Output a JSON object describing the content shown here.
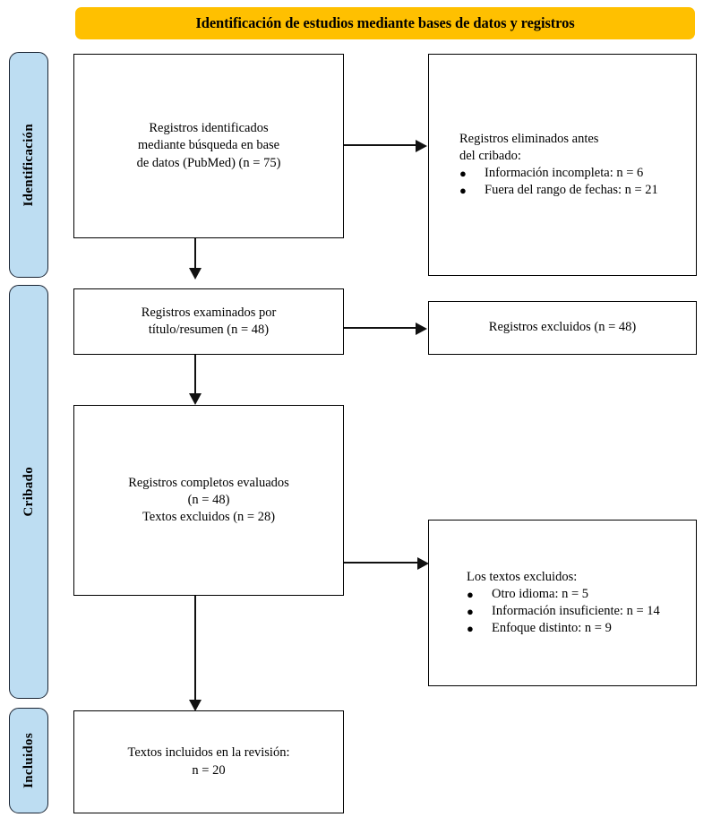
{
  "header": {
    "title": "Identificación de estudios mediante bases de datos y registros",
    "background_color": "#FFC000"
  },
  "stages": {
    "rail_color": "#BDDDF2",
    "items": [
      {
        "id": "identificacion",
        "label": "Identificación"
      },
      {
        "id": "cribado",
        "label": "Cribado"
      },
      {
        "id": "incluidos",
        "label": "Incluidos"
      }
    ]
  },
  "boxes": {
    "identified": {
      "lines": [
        "Registros identificados",
        "mediante búsqueda en base",
        "de datos (PubMed) (n = 75)"
      ]
    },
    "removed": {
      "lead_lines": [
        "Registros eliminados antes",
        "del cribado:"
      ],
      "bullets": [
        "Información incompleta: n = 6",
        "Fuera del rango de fechas: n = 21"
      ],
      "bullet_glyph": "●"
    },
    "screened": {
      "lines": [
        "Registros examinados por",
        "título/resumen (n = 48)"
      ]
    },
    "excluded": {
      "lines": [
        "Registros excluidos (n = 48)"
      ]
    },
    "fulltext": {
      "lines": [
        "Registros completos evaluados",
        "(n = 48)",
        "Textos excluidos (n = 28)"
      ]
    },
    "fulltext_excluded": {
      "lead_lines": [
        "Los textos excluidos:"
      ],
      "bullets": [
        "Otro idioma: n = 5",
        "Información insuficiente: n = 14",
        "Enfoque distinto: n = 9"
      ],
      "bullet_glyph": "●"
    },
    "included": {
      "lines": [
        "Textos incluidos en la revisión:",
        "n = 20"
      ]
    }
  },
  "counts": {
    "identified_pubmed": 75,
    "removed_incomplete_info": 6,
    "removed_out_of_date_range": 21,
    "screened": 48,
    "records_excluded": 48,
    "fulltext_assessed": 48,
    "fulltext_excluded_total": 28,
    "excluded_other_language": 5,
    "excluded_insufficient_info": 14,
    "excluded_different_focus": 9,
    "included_in_review": 20
  }
}
